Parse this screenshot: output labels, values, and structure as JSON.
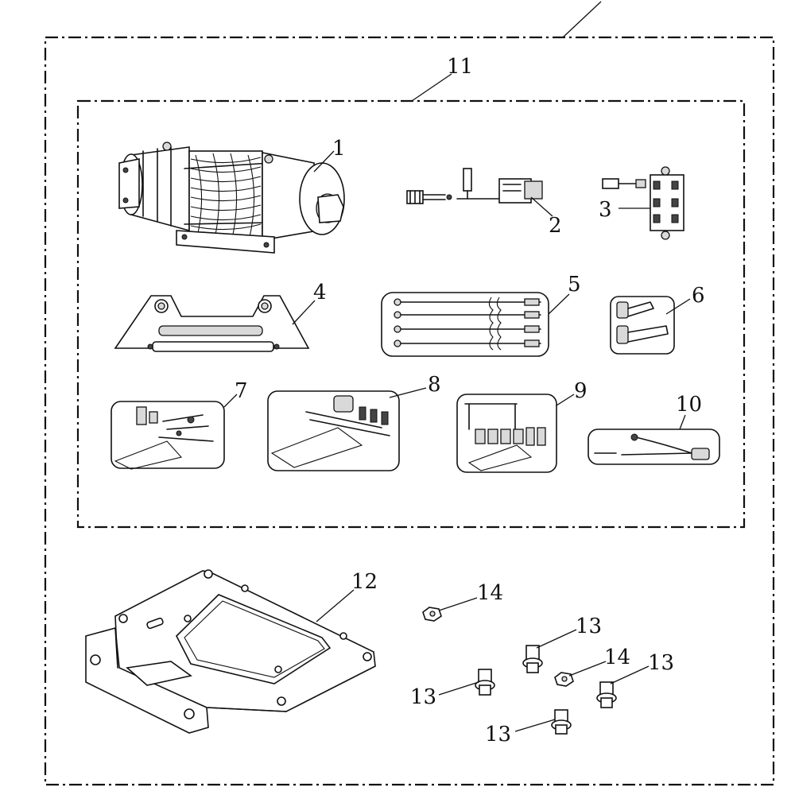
{
  "callouts": {
    "c1": "1",
    "c2": "2",
    "c3": "3",
    "c4": "4",
    "c5": "5",
    "c6": "6",
    "c7": "7",
    "c8": "8",
    "c9": "9",
    "c10": "10",
    "c11": "11",
    "c12": "12",
    "c13a": "13",
    "c13b": "13",
    "c13c": "13",
    "c13d": "13",
    "c14a": "14",
    "c14b": "14"
  }
}
